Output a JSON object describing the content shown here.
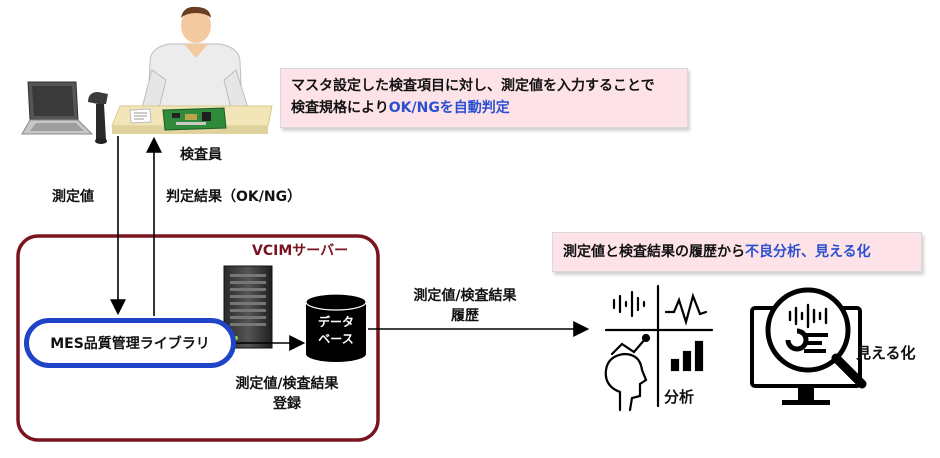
{
  "callout_top": {
    "line1": "マスタ設定した検査項目に対し、測定値を入力することで",
    "line2_prefix": "検査規格により",
    "line2_highlight": "OK/NGを自動判定"
  },
  "callout_right": {
    "prefix": "測定値と検査結果の履歴から",
    "highlight": "不良分析、見える化"
  },
  "inspector_label": "検査員",
  "arrow_down_label": "測定値",
  "arrow_up_label": "判定結果（OK/NG）",
  "server_label": "VCIMサーバー",
  "library_label": "MES品質管理ライブラリ",
  "database_label_line1": "データ",
  "database_label_line2": "ベース",
  "register_label_line1": "測定値/検査結果",
  "register_label_line2": "登録",
  "history_label_line1": "測定値/検査結果",
  "history_label_line2": "履歴",
  "analysis_label": "分析",
  "visualize_label": "見える化",
  "colors": {
    "server_frame": "#7a1520",
    "library_border": "#1f44c8",
    "highlight": "#2b4fd0",
    "callout_bg": "#fde3e8"
  }
}
